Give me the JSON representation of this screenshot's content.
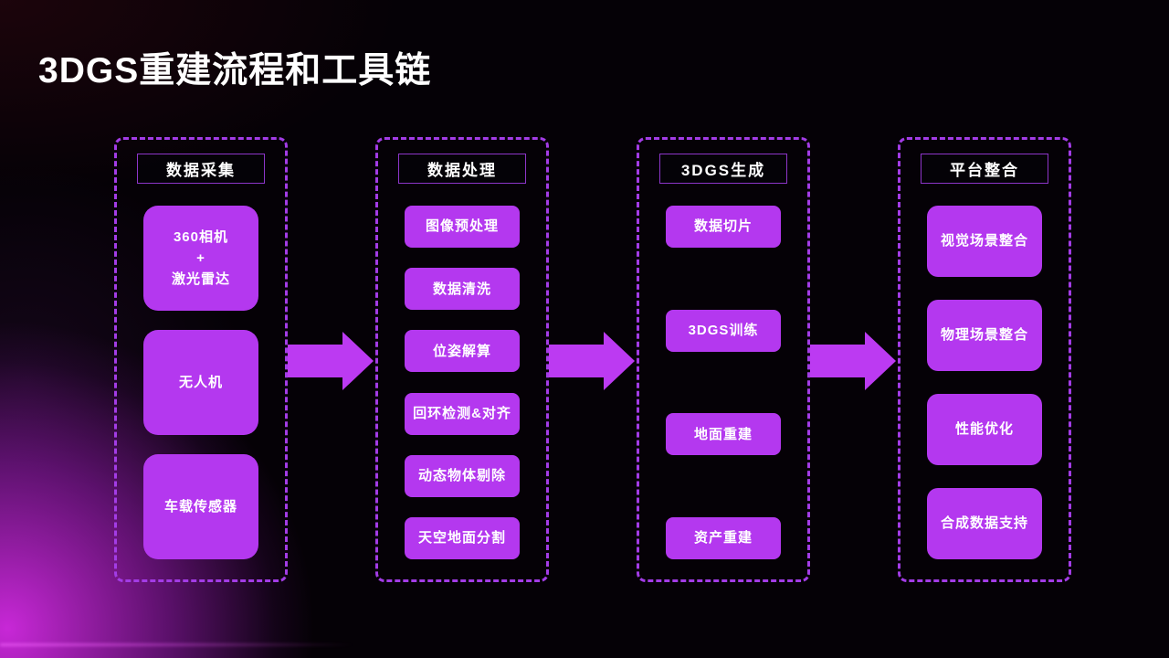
{
  "title": "3DGS重建流程和工具链",
  "colors": {
    "box": "#b438ef",
    "arrow": "#bc3af2",
    "dash": "#a33ce6",
    "header_border": "#8d35c9",
    "glow": "#c82ad2",
    "background": "#050106",
    "text": "#ffffff"
  },
  "columns": [
    {
      "header": "数据采集",
      "items": [
        [
          "360相机",
          "+",
          "激光雷达"
        ],
        "无人机",
        "车载传感器"
      ]
    },
    {
      "header": "数据处理",
      "items": [
        "图像预处理",
        "数据清洗",
        "位姿解算",
        "回环检测&对齐",
        "动态物体剔除",
        "天空地面分割"
      ]
    },
    {
      "header": "3DGS生成",
      "items": [
        "数据切片",
        "3DGS训练",
        "地面重建",
        "资产重建"
      ]
    },
    {
      "header": "平台整合",
      "items": [
        "视觉场景整合",
        "物理场景整合",
        "性能优化",
        "合成数据支持"
      ]
    }
  ],
  "arrows": [
    {
      "direction": "right",
      "from": "数据采集",
      "to": "数据处理"
    },
    {
      "direction": "right",
      "from": "数据处理",
      "to": "3DGS生成"
    },
    {
      "direction": "right",
      "from": "3DGS生成",
      "to": "平台整合"
    }
  ]
}
